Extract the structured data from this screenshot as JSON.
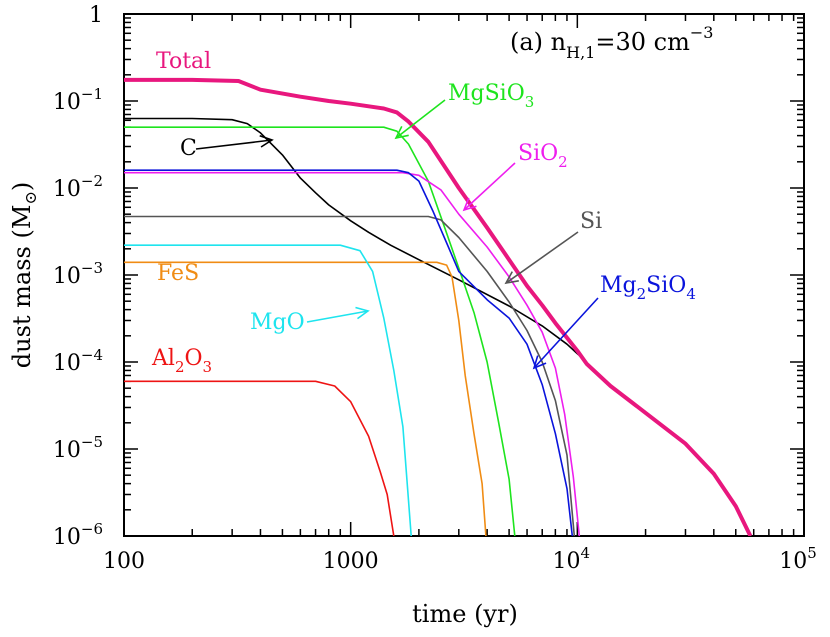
{
  "chart_data": {
    "type": "line",
    "annotation": {
      "prefix": "(a) n",
      "sub": "H,1",
      "mid": "=30 cm",
      "sup": "−3"
    },
    "xlabel": "time (yr)",
    "ylabel": {
      "prefix": "dust mass (M",
      "sub": "⊙",
      "suffix": ")"
    },
    "xscale": "log",
    "yscale": "log",
    "xlim": [
      100,
      100000
    ],
    "ylim": [
      1e-06,
      1
    ],
    "grid": false,
    "x_tick_labels": [
      {
        "value": 100,
        "base": "100",
        "sup": ""
      },
      {
        "value": 1000,
        "base": "1000",
        "sup": ""
      },
      {
        "value": 10000,
        "base": "10",
        "sup": "4"
      },
      {
        "value": 100000,
        "base": "10",
        "sup": "5"
      }
    ],
    "y_tick_labels": [
      {
        "value": 1,
        "base": "1",
        "sup": ""
      },
      {
        "value": 0.1,
        "base": "10",
        "sup": "−1"
      },
      {
        "value": 0.01,
        "base": "10",
        "sup": "−2"
      },
      {
        "value": 0.001,
        "base": "10",
        "sup": "−3"
      },
      {
        "value": 0.0001,
        "base": "10",
        "sup": "−4"
      },
      {
        "value": 1e-05,
        "base": "10",
        "sup": "−5"
      },
      {
        "value": 1e-06,
        "base": "10",
        "sup": "−6"
      }
    ],
    "series": [
      {
        "key": "total",
        "color": "#e8177e",
        "width": 4,
        "label": [
          {
            "t": "Total"
          }
        ],
        "points": [
          [
            100,
            0.175
          ],
          [
            200,
            0.175
          ],
          [
            320,
            0.17
          ],
          [
            400,
            0.135
          ],
          [
            600,
            0.112
          ],
          [
            800,
            0.1
          ],
          [
            1000,
            0.093
          ],
          [
            1400,
            0.082
          ],
          [
            1600,
            0.074
          ],
          [
            1800,
            0.058
          ],
          [
            2200,
            0.034
          ],
          [
            3000,
            0.01
          ],
          [
            4000,
            0.0035
          ],
          [
            5000,
            0.0015
          ],
          [
            6000,
            0.00075
          ],
          [
            7000,
            0.00045
          ],
          [
            8000,
            0.00028
          ],
          [
            9000,
            0.00019
          ],
          [
            10000,
            0.000135
          ],
          [
            11000,
            9.5e-05
          ],
          [
            14000,
            5.3e-05
          ],
          [
            20000,
            2.6e-05
          ],
          [
            30000,
            1.15e-05
          ],
          [
            40000,
            5.2e-06
          ],
          [
            50000,
            2.2e-06
          ],
          [
            58000,
            1e-06
          ]
        ],
        "arrow": null
      },
      {
        "key": "c",
        "color": "#000000",
        "width": 1.6,
        "label": [
          {
            "t": "C"
          }
        ],
        "points": [
          [
            100,
            0.063
          ],
          [
            200,
            0.063
          ],
          [
            300,
            0.061
          ],
          [
            350,
            0.055
          ],
          [
            400,
            0.043
          ],
          [
            500,
            0.024
          ],
          [
            600,
            0.013
          ],
          [
            700,
            0.0088
          ],
          [
            800,
            0.0064
          ],
          [
            1000,
            0.0042
          ],
          [
            1200,
            0.0031
          ],
          [
            1500,
            0.0022
          ],
          [
            2000,
            0.0015
          ],
          [
            3000,
            0.00088
          ],
          [
            5000,
            0.00044
          ],
          [
            7000,
            0.00026
          ],
          [
            9000,
            0.00016
          ],
          [
            10000,
            0.000125
          ],
          [
            11000,
            0.0001
          ]
        ],
        "arrow": {
          "from": [
            196,
            149
          ],
          "to": [
            272,
            140
          ]
        }
      },
      {
        "key": "mgsio3",
        "color": "#1ee41e",
        "width": 1.6,
        "label": [
          {
            "t": "MgSiO"
          },
          {
            "t": "3",
            "sub": true
          }
        ],
        "points": [
          [
            100,
            0.05
          ],
          [
            1400,
            0.05
          ],
          [
            1600,
            0.045
          ],
          [
            1800,
            0.032
          ],
          [
            2200,
            0.012
          ],
          [
            2600,
            0.0035
          ],
          [
            3000,
            0.0012
          ],
          [
            3500,
            0.00037
          ],
          [
            4000,
            0.0001
          ],
          [
            4500,
            2e-05
          ],
          [
            5000,
            4.5e-06
          ],
          [
            5300,
            1e-06
          ]
        ],
        "arrow": {
          "from": [
            445,
            100
          ],
          "to": [
            396,
            138
          ]
        }
      },
      {
        "key": "sio2",
        "color": "#ee1eee",
        "width": 1.6,
        "label": [
          {
            "t": "SiO"
          },
          {
            "t": "2",
            "sub": true
          }
        ],
        "points": [
          [
            100,
            0.015
          ],
          [
            1700,
            0.015
          ],
          [
            2000,
            0.014
          ],
          [
            2500,
            0.0095
          ],
          [
            3000,
            0.005
          ],
          [
            4000,
            0.0021
          ],
          [
            5000,
            0.00095
          ],
          [
            6000,
            0.00045
          ],
          [
            7000,
            0.00022
          ],
          [
            8000,
            8.5e-05
          ],
          [
            8800,
            2.5e-05
          ],
          [
            9600,
            4.8e-06
          ],
          [
            10200,
            1e-06
          ]
        ],
        "arrow": {
          "from": [
            515,
            163
          ],
          "to": [
            464,
            210
          ]
        }
      },
      {
        "key": "si",
        "color": "#555555",
        "width": 1.6,
        "label": [
          {
            "t": "Si"
          }
        ],
        "points": [
          [
            100,
            0.0047
          ],
          [
            2200,
            0.0047
          ],
          [
            2500,
            0.0043
          ],
          [
            3000,
            0.0027
          ],
          [
            4000,
            0.0011
          ],
          [
            5000,
            0.00049
          ],
          [
            6000,
            0.00023
          ],
          [
            7000,
            0.0001
          ],
          [
            8000,
            3.6e-05
          ],
          [
            9000,
            8.5e-06
          ],
          [
            9700,
            1e-06
          ]
        ],
        "arrow": {
          "from": [
            578,
            232
          ],
          "to": [
            506,
            283
          ]
        }
      },
      {
        "key": "mg2sio4",
        "color": "#0a14dc",
        "width": 1.6,
        "label": [
          {
            "t": "Mg"
          },
          {
            "t": "2",
            "sub": true
          },
          {
            "t": "SiO"
          },
          {
            "t": "4",
            "sub": true
          }
        ],
        "points": [
          [
            100,
            0.016
          ],
          [
            1600,
            0.016
          ],
          [
            1800,
            0.015
          ],
          [
            2000,
            0.012
          ],
          [
            2300,
            0.0055
          ],
          [
            2700,
            0.0021
          ],
          [
            3000,
            0.0011
          ],
          [
            4000,
            0.00052
          ],
          [
            5000,
            0.00032
          ],
          [
            6000,
            0.00016
          ],
          [
            7000,
            5.5e-05
          ],
          [
            8000,
            1.5e-05
          ],
          [
            9000,
            3.5e-06
          ],
          [
            9500,
            1e-06
          ]
        ],
        "arrow": {
          "from": [
            598,
            298
          ],
          "to": [
            534,
            368
          ]
        }
      },
      {
        "key": "fes",
        "color": "#f08c14",
        "width": 1.6,
        "label": [
          {
            "t": "FeS"
          }
        ],
        "points": [
          [
            100,
            0.0014
          ],
          [
            2400,
            0.0014
          ],
          [
            2650,
            0.0013
          ],
          [
            2800,
            0.00095
          ],
          [
            3000,
            0.0003
          ],
          [
            3200,
            7e-05
          ],
          [
            3500,
            1.5e-05
          ],
          [
            3800,
            4e-06
          ],
          [
            3950,
            1e-06
          ]
        ],
        "arrow": null
      },
      {
        "key": "mgo",
        "color": "#1ee4ee",
        "width": 1.6,
        "label": [
          {
            "t": "MgO"
          }
        ],
        "points": [
          [
            100,
            0.0022
          ],
          [
            900,
            0.0022
          ],
          [
            1100,
            0.0019
          ],
          [
            1250,
            0.0011
          ],
          [
            1400,
            0.00032
          ],
          [
            1550,
            8e-05
          ],
          [
            1700,
            1.8e-05
          ],
          [
            1850,
            1e-06
          ]
        ],
        "arrow": {
          "from": [
            307,
            322
          ],
          "to": [
            368,
            311
          ]
        }
      },
      {
        "key": "al2o3",
        "color": "#ee1414",
        "width": 1.6,
        "label": [
          {
            "t": "Al"
          },
          {
            "t": "2",
            "sub": true
          },
          {
            "t": "O"
          },
          {
            "t": "3",
            "sub": true
          }
        ],
        "points": [
          [
            100,
            6e-05
          ],
          [
            700,
            6e-05
          ],
          [
            850,
            5.3e-05
          ],
          [
            1000,
            3.5e-05
          ],
          [
            1200,
            1.4e-05
          ],
          [
            1350,
            5.5e-06
          ],
          [
            1450,
            3e-06
          ],
          [
            1550,
            1e-06
          ]
        ],
        "arrow": null
      }
    ]
  }
}
